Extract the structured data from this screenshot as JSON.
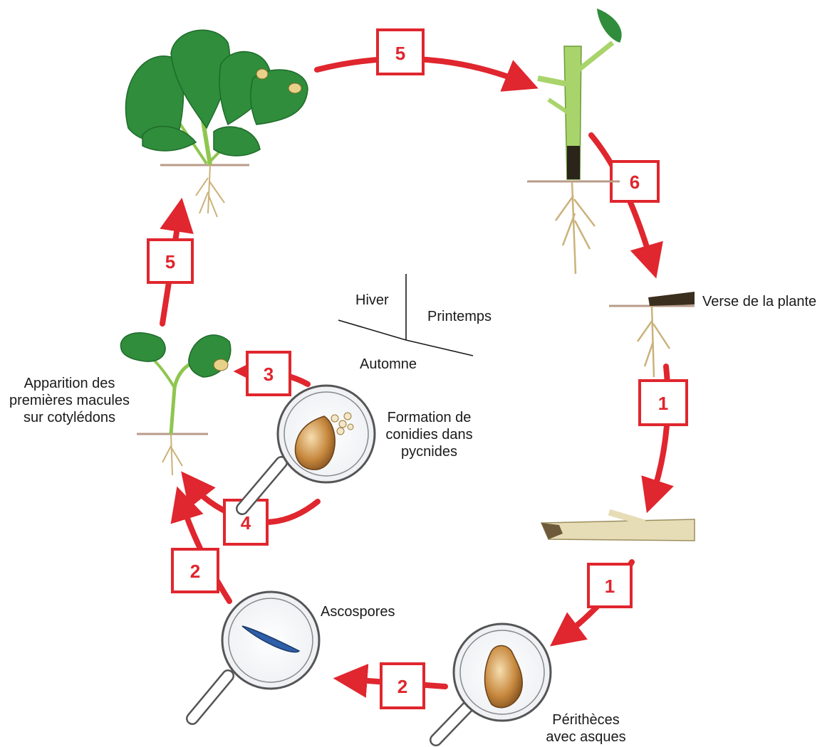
{
  "seasons": {
    "winter": "Hiver",
    "spring": "Printemps",
    "autumn": "Automne"
  },
  "labels": {
    "lodging": "Verse de la plante",
    "first_spots_line1": "Apparition des",
    "first_spots_line2": "premières macules",
    "first_spots_line3": "sur cotylédons",
    "conidia_line1": "Formation de",
    "conidia_line2": "conidies dans",
    "conidia_line3": "pycnides",
    "ascospores": "Ascospores",
    "perithecia_line1": "Périthèces",
    "perithecia_line2": "avec asques"
  },
  "steps": {
    "s5_top": "5",
    "s6": "6",
    "s1_upper": "1",
    "s1_lower": "1",
    "s2_bottom": "2",
    "s2_left": "2",
    "s4": "4",
    "s3": "3",
    "s5_left": "5"
  },
  "colors": {
    "arrow": "#e0262e",
    "leaf": "#2e8a3a",
    "leaf_dark": "#1f6b2b",
    "stem": "#9ccf55",
    "root": "#d9c48e",
    "stubble": "#d8cfa6"
  }
}
